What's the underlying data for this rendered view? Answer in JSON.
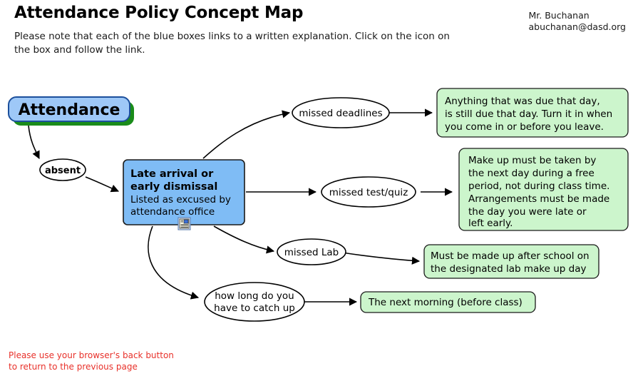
{
  "header": {
    "title": "Attendance Policy Concept Map",
    "subtitle": "Please note that each of the blue boxes links to a written explanation. Click on the icon on the box and follow the link.",
    "subtitle_line1": "Please note that each of the blue boxes links to a written explanation. Click on the icon",
    "subtitle_line2": "on the box and follow the link.",
    "contact_name": "Mr. Buchanan",
    "contact_email": "abuchanan@dasd.org"
  },
  "footer": {
    "line1": "Please use your browser's back button",
    "line2": "to return to the previous page"
  },
  "colors": {
    "root_fill": "#9ec8f7",
    "root_border": "#1c4f9c",
    "root_shadow": "#1a8c1a",
    "blue_fill": "#7fbcf5",
    "blue_border": "#1a1a1a",
    "green_fill": "#ccf5cc",
    "green_border": "#1a1a1a",
    "ellipse_fill": "#ffffff",
    "ellipse_border": "#000000",
    "footer_red": "#e8312a",
    "text": "#000000"
  },
  "nodes": {
    "root": {
      "label": "Attendance",
      "shape": "rounded-rect"
    },
    "absent": {
      "label": "absent",
      "shape": "ellipse"
    },
    "late_box": {
      "title_line1": "Late arrival or",
      "title_line2": "early dismissal",
      "sub_line1": "Listed as excused by",
      "sub_line2": "attendance office",
      "icon": "document-link-icon",
      "shape": "rounded-rect"
    },
    "topics": [
      {
        "id": "missed-deadlines",
        "label": "missed deadlines",
        "shape": "ellipse"
      },
      {
        "id": "missed-test-quiz",
        "label": "missed test/quiz",
        "shape": "ellipse"
      },
      {
        "id": "missed-lab",
        "label": "missed Lab",
        "shape": "ellipse"
      },
      {
        "id": "how-long-catch-up",
        "label_line1": "how long do you",
        "label_line2": "have to catch up",
        "shape": "ellipse"
      }
    ],
    "answers": [
      {
        "id": "answer-deadlines",
        "lines": [
          "Anything that was due that day,",
          "is still due that day. Turn it in when",
          "you come in or before you leave."
        ]
      },
      {
        "id": "answer-test-quiz",
        "lines": [
          "Make up must be taken by",
          "the next day during a free",
          "period, not during class time.",
          "Arrangements must be made",
          "the day you were late or",
          "left early."
        ]
      },
      {
        "id": "answer-lab",
        "lines": [
          "Must be made up after school on",
          "the designated lab make up day"
        ]
      },
      {
        "id": "answer-catch-up",
        "lines": [
          "The next morning (before class)"
        ]
      }
    ]
  }
}
